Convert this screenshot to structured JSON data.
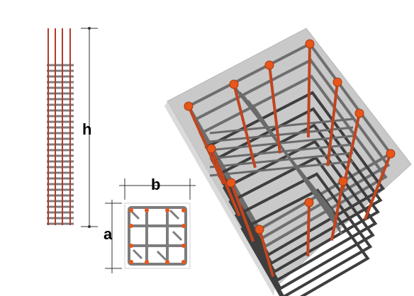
{
  "labels": {
    "height": "h",
    "width": "b",
    "depth": "a"
  },
  "colors": {
    "longitudinal_bar": "#b23a2a",
    "stirrup": "#7d7d7d",
    "bar_end": "#e8561a",
    "concrete": "#c9c9c9",
    "dimension_line": "#333333"
  },
  "icons": {
    "elevation": "column-elevation-icon",
    "section": "column-cross-section-icon",
    "isometric": "rebar-cage-3d-icon"
  }
}
